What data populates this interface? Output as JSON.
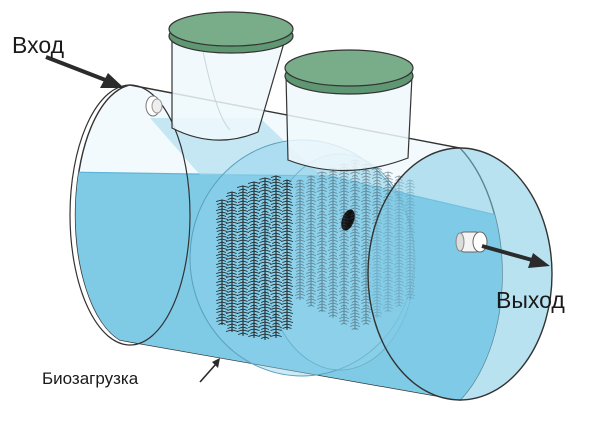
{
  "labels": {
    "inlet": "Вход",
    "outlet": "Выход",
    "media": "Биозагрузка"
  },
  "colors": {
    "water": "#7fcbe6",
    "water_deep": "#55b3d8",
    "lid": "#6fa27d",
    "lid_edge": "#333333",
    "outline": "#333333",
    "media": "#1a1a1a",
    "arrow": "#2b2b2b"
  },
  "icons": {
    "arrow": "arrow-icon",
    "pipe": "pipe-icon"
  }
}
